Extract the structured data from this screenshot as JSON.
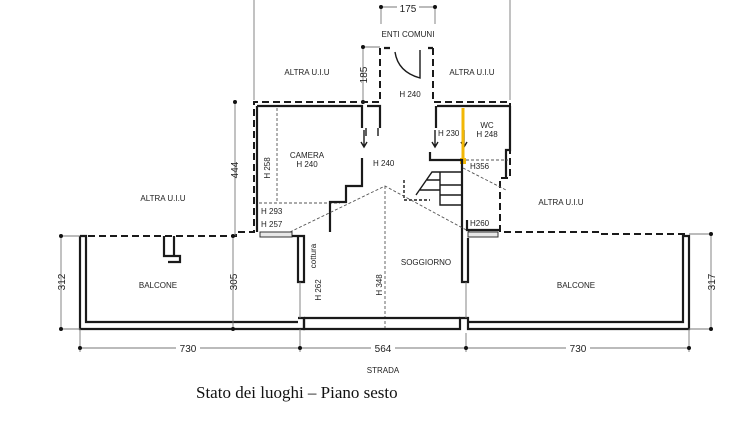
{
  "caption": "Stato dei luoghi – Piano sesto",
  "labels": {
    "enti_comuni": "ENTI COMUNI",
    "altra_uiu_top_left": "ALTRA U.I.U",
    "altra_uiu_top_right": "ALTRA U.I.U",
    "altra_uiu_mid_left": "ALTRA U.I.U",
    "altra_uiu_mid_right": "ALTRA U.I.U",
    "camera": "CAMERA",
    "camera_height": "H 240",
    "corridor_height": "H 240",
    "hall_height": "H 240",
    "wc": "WC",
    "wc_height": "H 248",
    "wc_door_height": "H 230",
    "stair_height": "H356",
    "h260": "H260",
    "h258": "H 258",
    "h293": "H 293",
    "h257": "H 257",
    "cottura": "cottura",
    "h262": "H 262",
    "h348": "H 348",
    "soggiorno": "SOGGIORNO",
    "balcone_left": "BALCONE",
    "balcone_right": "BALCONE",
    "strada": "STRADA"
  },
  "dimensions": {
    "top_width": "175",
    "entry_depth": "185",
    "camera_depth": "444",
    "left_balcony_depth": "312",
    "mid_depth": "305",
    "right_balcony_depth": "317",
    "bottom_left": "730",
    "bottom_middle": "564",
    "bottom_right": "730"
  },
  "colors": {
    "wall": "#1a1a1a",
    "dimension": "#777777",
    "highlight": "#f2b705"
  }
}
